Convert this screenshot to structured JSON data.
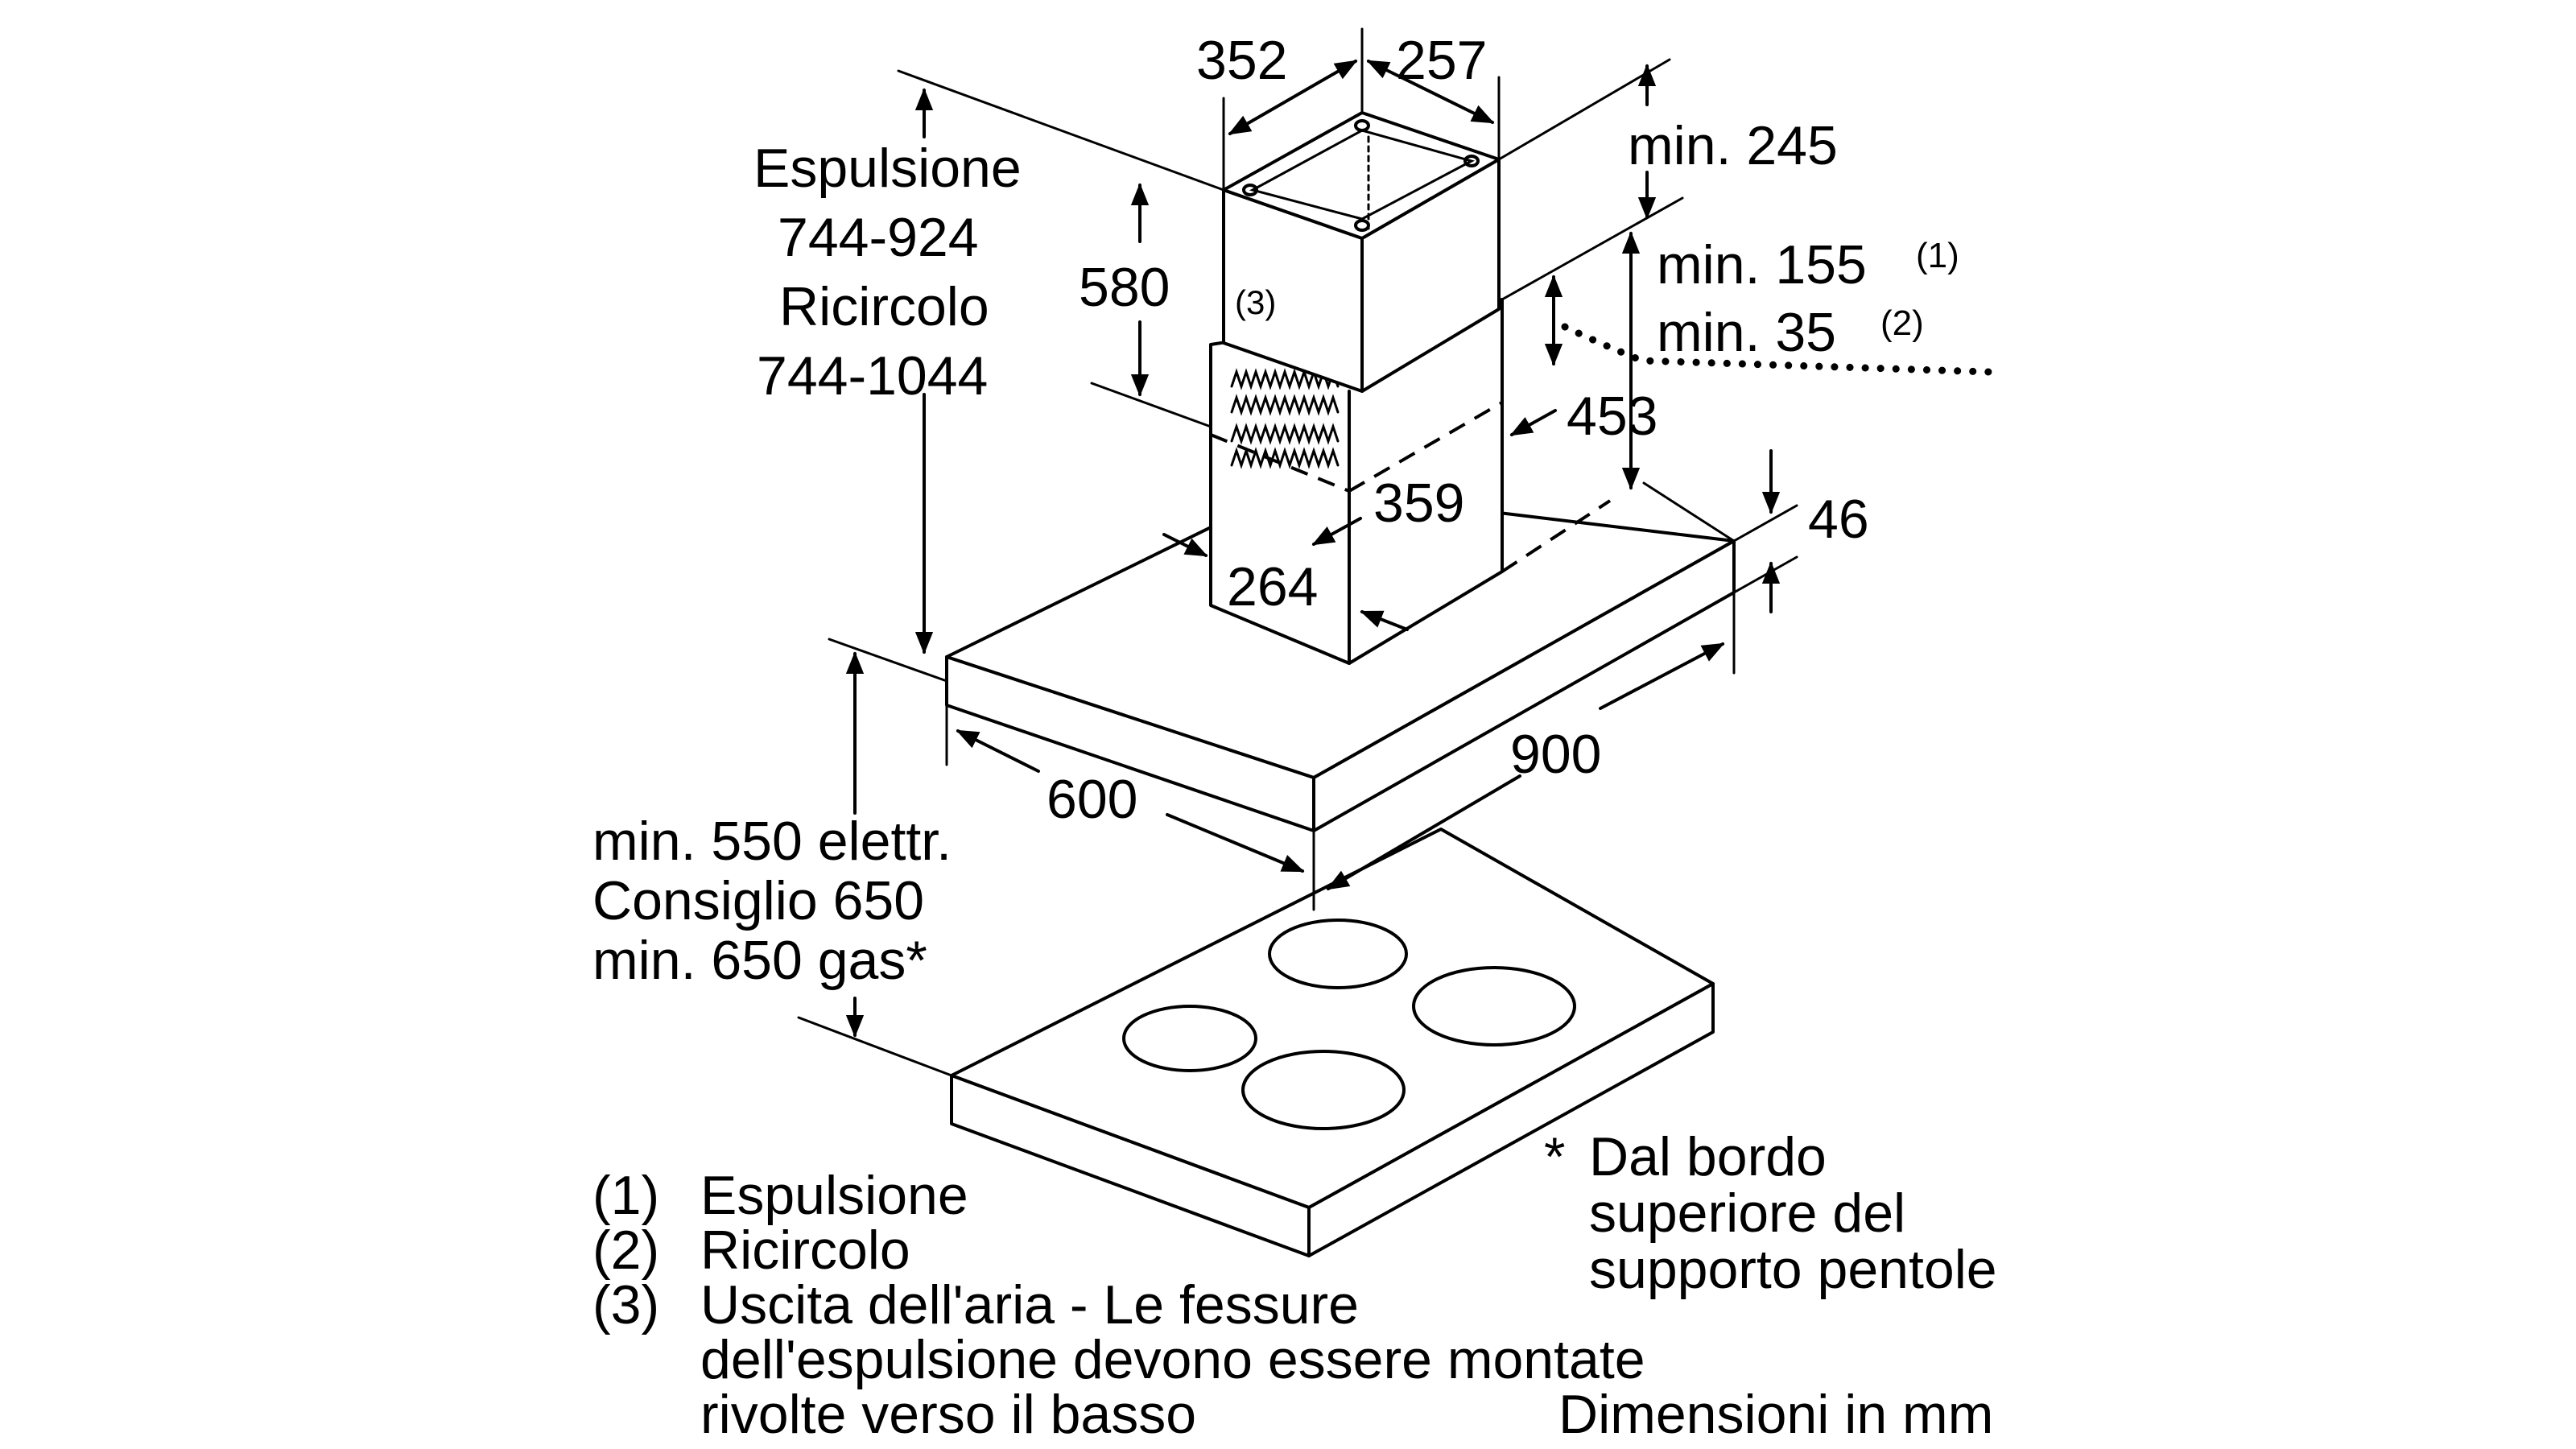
{
  "dimensions": {
    "d352": "352",
    "d257": "257",
    "min245": "min. 245",
    "d580": "580",
    "min155": "min. 155",
    "min155_ref": "(1)",
    "min35": "min. 35",
    "min35_ref": "(2)",
    "d453": "453",
    "d359": "359",
    "d264": "264",
    "d46": "46",
    "d900": "900",
    "d600": "600",
    "grill_ref": "(3)"
  },
  "height_range": {
    "line1": "Espulsione",
    "line2": "744-924",
    "line3": "Ricircolo",
    "line4": "744-1044"
  },
  "cooktop_distance": {
    "line1": "min. 550 elettr.",
    "line2": "Consiglio 650",
    "line3": "min. 650 gas*"
  },
  "legend": [
    {
      "num": "(1)",
      "text": "Espulsione"
    },
    {
      "num": "(2)",
      "text": "Ricircolo"
    },
    {
      "num": "(3)",
      "text": "Uscita dell'aria - Le fessure"
    },
    {
      "num": "",
      "text": "dell'espulsione devono essere montate"
    },
    {
      "num": "",
      "text": "rivolte verso il basso"
    }
  ],
  "footnote": {
    "star": "*",
    "line1": "Dal bordo",
    "line2": "superiore del",
    "line3": "supporto pentole"
  },
  "units": "Dimensioni in mm"
}
